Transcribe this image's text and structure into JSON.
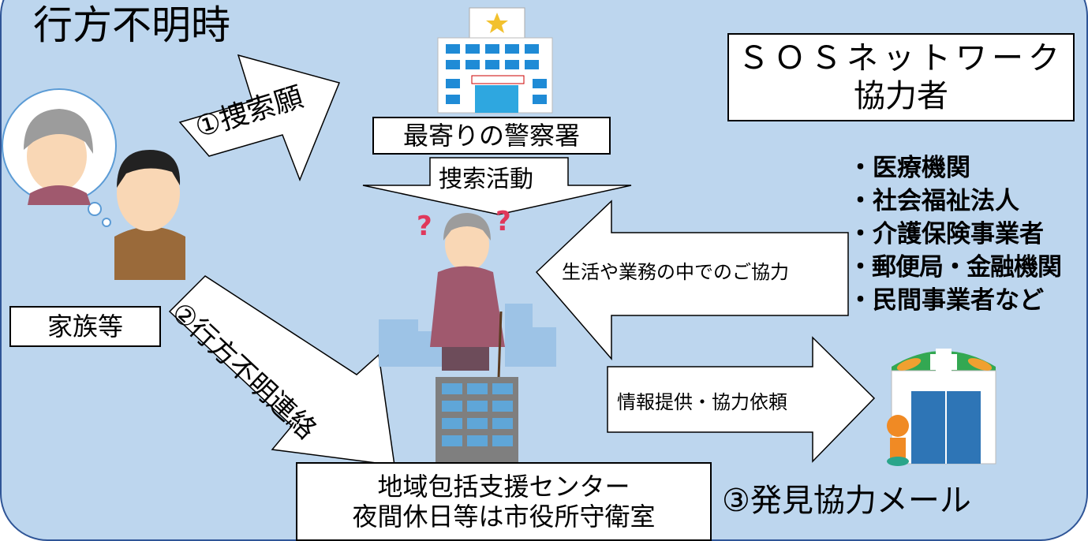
{
  "diagram": {
    "title": "行方不明時",
    "family_label": "家族等",
    "police_label": "最寄りの警察署",
    "search_activity": "捜索活動",
    "center_label_line1": "地域包括支援センター",
    "center_label_line2": "夜間休日等は市役所守衛室",
    "sos_network_line1": "ＳＯＳネットワーク",
    "sos_network_line2": "協力者",
    "cooperators": [
      "・医療機関",
      "・社会福祉法人",
      "・介護保険事業者",
      "・郵便局・金融機関",
      "・民間事業者など"
    ],
    "step1": "①捜索願",
    "step2": "②行方不明連絡",
    "step3": "③発見協力メール",
    "cooperation_in_daily_life": "生活や業務の中でのご協力",
    "info_request": "情報提供・協力依頼"
  },
  "colors": {
    "background": "#bdd6ee",
    "border": "#2f5597",
    "arrow_fill": "#ffffff",
    "building_blue": "#2e75b6"
  }
}
